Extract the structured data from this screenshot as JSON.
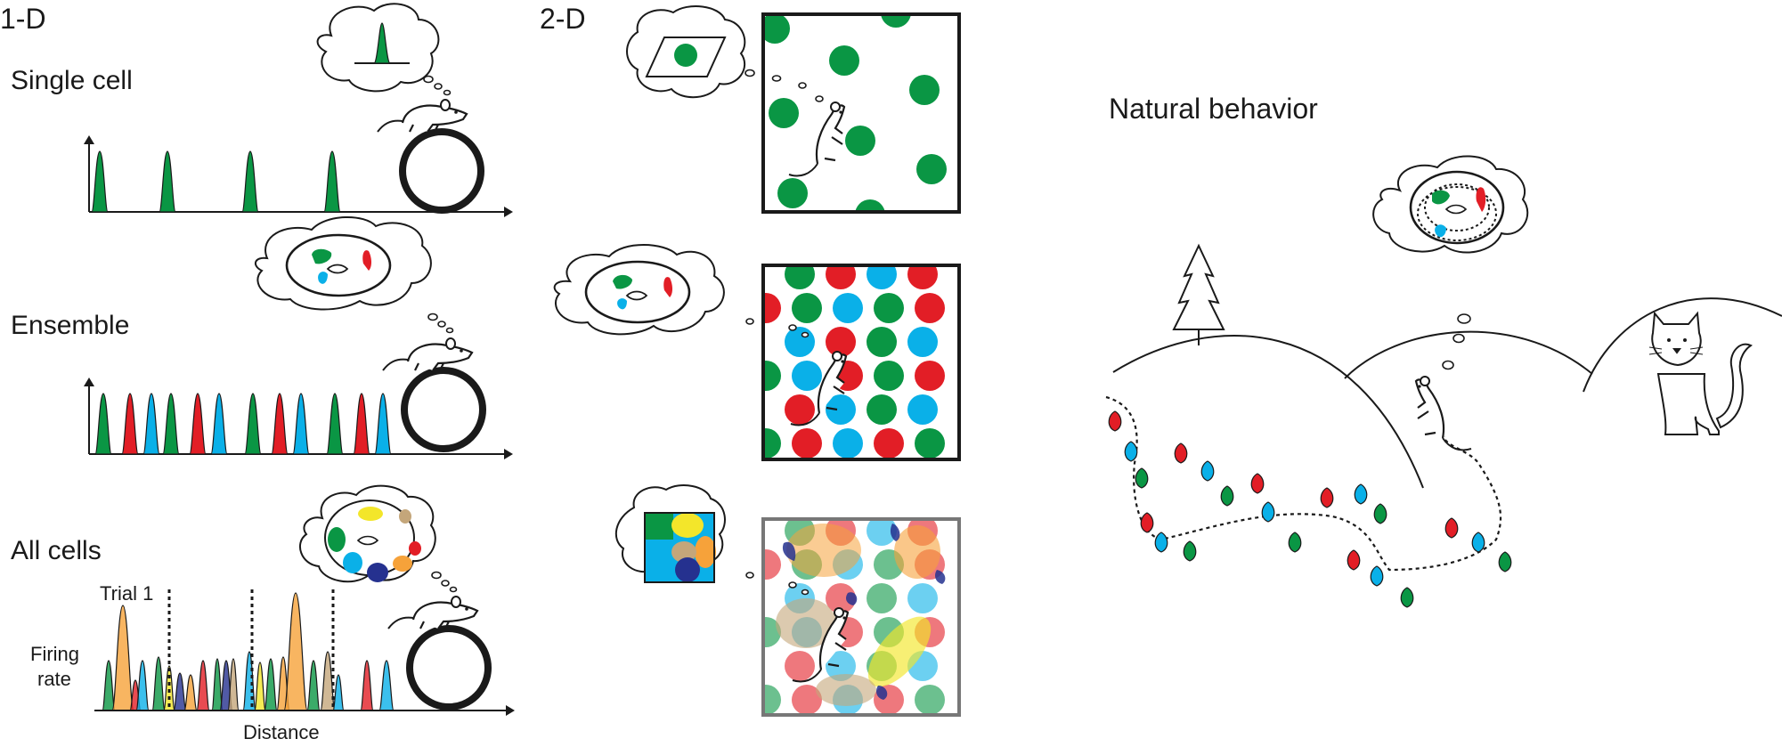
{
  "panels": {
    "one_d": {
      "label": "1-D"
    },
    "two_d": {
      "label": "2-D"
    },
    "natural": {
      "label": "Natural behavior"
    }
  },
  "rows": {
    "single": {
      "label": "Single cell"
    },
    "ensemble": {
      "label": "Ensemble"
    },
    "all": {
      "label": "All cells"
    }
  },
  "all_cells_axes": {
    "ylabel_line1": "Firing",
    "ylabel_line2": "rate",
    "xlabel": "Distance",
    "trial_label": "Trial 1"
  },
  "colors": {
    "green": "#0a9644",
    "red": "#e21e26",
    "blue": "#0ab0e8",
    "yellow": "#f3e62a",
    "orange": "#f6a23a",
    "tan": "#c4a67a",
    "navy": "#25318f",
    "ink": "#1a1a1a"
  },
  "ensemble_sequence": [
    "green",
    "red",
    "blue",
    "green",
    "red",
    "blue",
    "green",
    "red",
    "blue",
    "green",
    "red",
    "blue"
  ],
  "icons": [
    "thought-bubble-icon",
    "mouse-icon",
    "wheel-icon",
    "tree-icon",
    "cat-icon",
    "track-icon"
  ]
}
